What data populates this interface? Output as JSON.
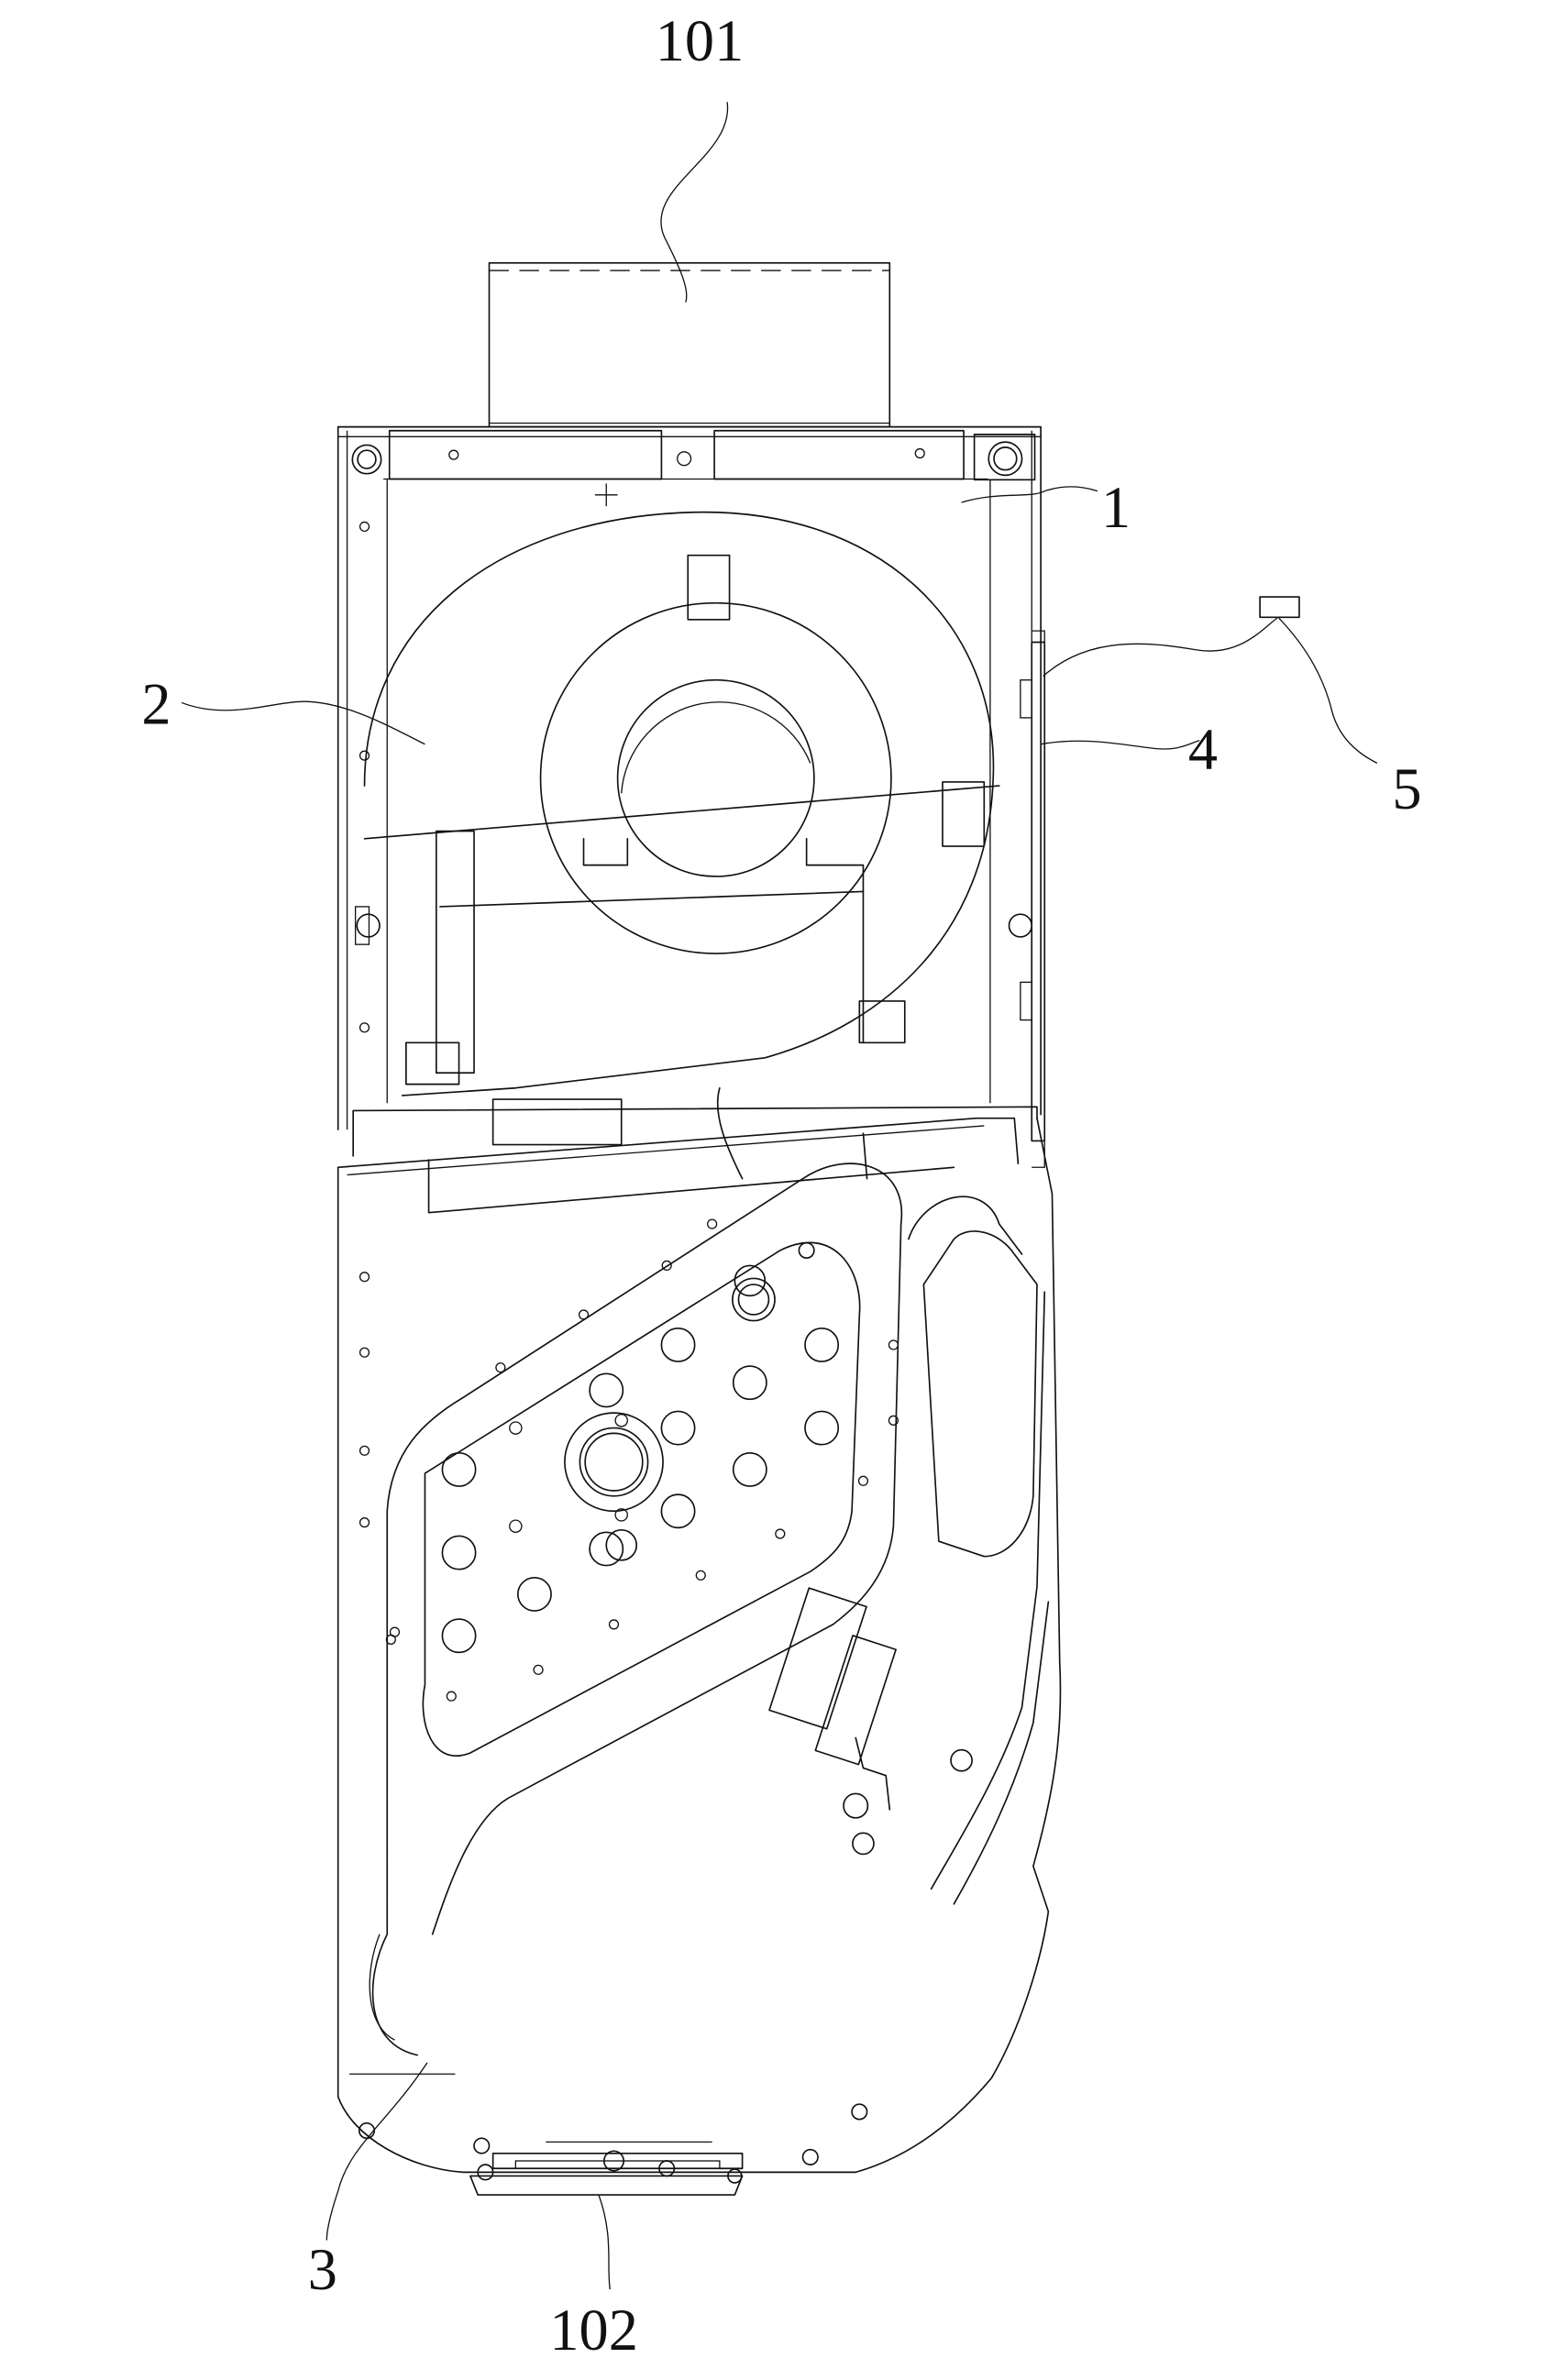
{
  "figure": {
    "reference_labels": {
      "part_101": "101",
      "part_1": "1",
      "part_2": "2",
      "part_4": "4",
      "part_5": "5",
      "part_3": "3",
      "part_102": "102"
    }
  }
}
